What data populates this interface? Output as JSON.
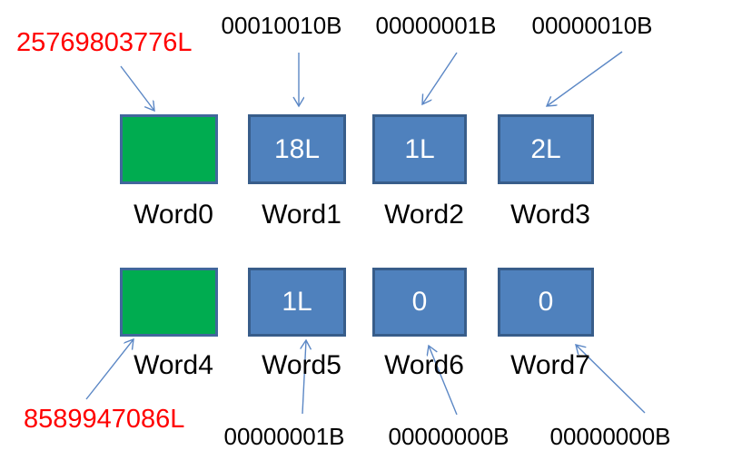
{
  "colors": {
    "background": "#FFFFFF",
    "green_fill": "#00AC50",
    "green_border": "#41679C",
    "blue_fill": "#4F81BD",
    "blue_border": "#385D8A",
    "arrow": "#5B87C5",
    "red_text": "#FF0000",
    "black_text": "#000000",
    "box_text": "#FFFFFF"
  },
  "rows": [
    {
      "annotations": [
        {
          "text": "25769803776L",
          "style": "red"
        },
        {
          "text": "00010010B",
          "style": "black"
        },
        {
          "text": "00000001B",
          "style": "black"
        },
        {
          "text": "00000010B",
          "style": "black"
        }
      ],
      "boxes": [
        {
          "word": "Word0",
          "value": "",
          "type": "green"
        },
        {
          "word": "Word1",
          "value": "18L",
          "type": "blue"
        },
        {
          "word": "Word2",
          "value": "1L",
          "type": "blue"
        },
        {
          "word": "Word3",
          "value": "2L",
          "type": "blue"
        }
      ]
    },
    {
      "annotations": [
        {
          "text": "8589947086L",
          "style": "red"
        },
        {
          "text": "00000001B",
          "style": "black"
        },
        {
          "text": "00000000B",
          "style": "black"
        },
        {
          "text": "00000000B",
          "style": "black"
        }
      ],
      "boxes": [
        {
          "word": "Word4",
          "value": "",
          "type": "green"
        },
        {
          "word": "Word5",
          "value": "1L",
          "type": "blue"
        },
        {
          "word": "Word6",
          "value": "0",
          "type": "blue"
        },
        {
          "word": "Word7",
          "value": "0",
          "type": "blue"
        }
      ]
    }
  ],
  "connections": [
    {
      "from": "25769803776L",
      "to": "Word0"
    },
    {
      "from": "00010010B",
      "to": "Word1"
    },
    {
      "from": "00000001B",
      "to": "Word2"
    },
    {
      "from": "00000010B",
      "to": "Word3"
    },
    {
      "from": "8589947086L",
      "to": "Word4"
    },
    {
      "from": "00000001B",
      "to": "Word5"
    },
    {
      "from": "00000000B",
      "to": "Word6"
    },
    {
      "from": "00000000B",
      "to": "Word7"
    }
  ]
}
